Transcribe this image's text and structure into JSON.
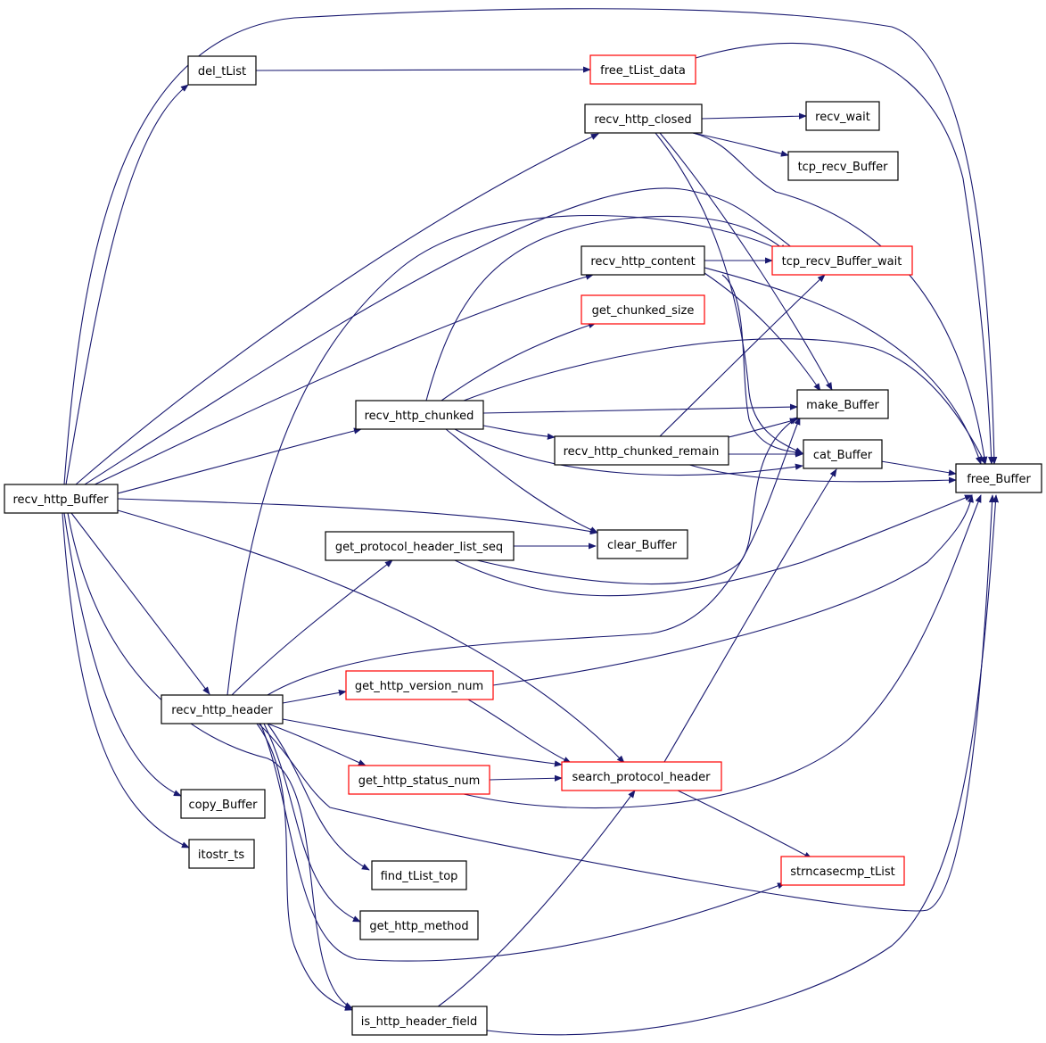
{
  "colors": {
    "edge": "#191970",
    "node_border_normal": "#000000",
    "node_border_truncated": "#ff0000",
    "root_fill": "#bfbfbf",
    "background": "#ffffff"
  },
  "graph": {
    "nodes": [
      {
        "id": "recv_http_Buffer",
        "label": "recv_http_Buffer",
        "style": "root"
      },
      {
        "id": "del_tList",
        "label": "del_tList",
        "style": "normal"
      },
      {
        "id": "free_tList_data",
        "label": "free_tList_data",
        "style": "truncated"
      },
      {
        "id": "recv_http_closed",
        "label": "recv_http_closed",
        "style": "normal"
      },
      {
        "id": "recv_wait",
        "label": "recv_wait",
        "style": "normal"
      },
      {
        "id": "tcp_recv_Buffer",
        "label": "tcp_recv_Buffer",
        "style": "normal"
      },
      {
        "id": "recv_http_content",
        "label": "recv_http_content",
        "style": "normal"
      },
      {
        "id": "tcp_recv_Buffer_wait",
        "label": "tcp_recv_Buffer_wait",
        "style": "truncated"
      },
      {
        "id": "get_chunked_size",
        "label": "get_chunked_size",
        "style": "truncated"
      },
      {
        "id": "recv_http_chunked",
        "label": "recv_http_chunked",
        "style": "normal"
      },
      {
        "id": "make_Buffer",
        "label": "make_Buffer",
        "style": "normal"
      },
      {
        "id": "recv_http_chunked_remain",
        "label": "recv_http_chunked_remain",
        "style": "normal"
      },
      {
        "id": "cat_Buffer",
        "label": "cat_Buffer",
        "style": "normal"
      },
      {
        "id": "free_Buffer",
        "label": "free_Buffer",
        "style": "normal"
      },
      {
        "id": "get_protocol_header_list_seq",
        "label": "get_protocol_header_list_seq",
        "style": "normal"
      },
      {
        "id": "clear_Buffer",
        "label": "clear_Buffer",
        "style": "normal"
      },
      {
        "id": "recv_http_header",
        "label": "recv_http_header",
        "style": "normal"
      },
      {
        "id": "get_http_version_num",
        "label": "get_http_version_num",
        "style": "truncated"
      },
      {
        "id": "search_protocol_header",
        "label": "search_protocol_header",
        "style": "truncated"
      },
      {
        "id": "get_http_status_num",
        "label": "get_http_status_num",
        "style": "truncated"
      },
      {
        "id": "strncasecmp_tList",
        "label": "strncasecmp_tList",
        "style": "truncated"
      },
      {
        "id": "copy_Buffer",
        "label": "copy_Buffer",
        "style": "normal"
      },
      {
        "id": "itostr_ts",
        "label": "itostr_ts",
        "style": "normal"
      },
      {
        "id": "find_tList_top",
        "label": "find_tList_top",
        "style": "normal"
      },
      {
        "id": "get_http_method",
        "label": "get_http_method",
        "style": "normal"
      },
      {
        "id": "is_http_header_field",
        "label": "is_http_header_field",
        "style": "normal"
      }
    ]
  }
}
